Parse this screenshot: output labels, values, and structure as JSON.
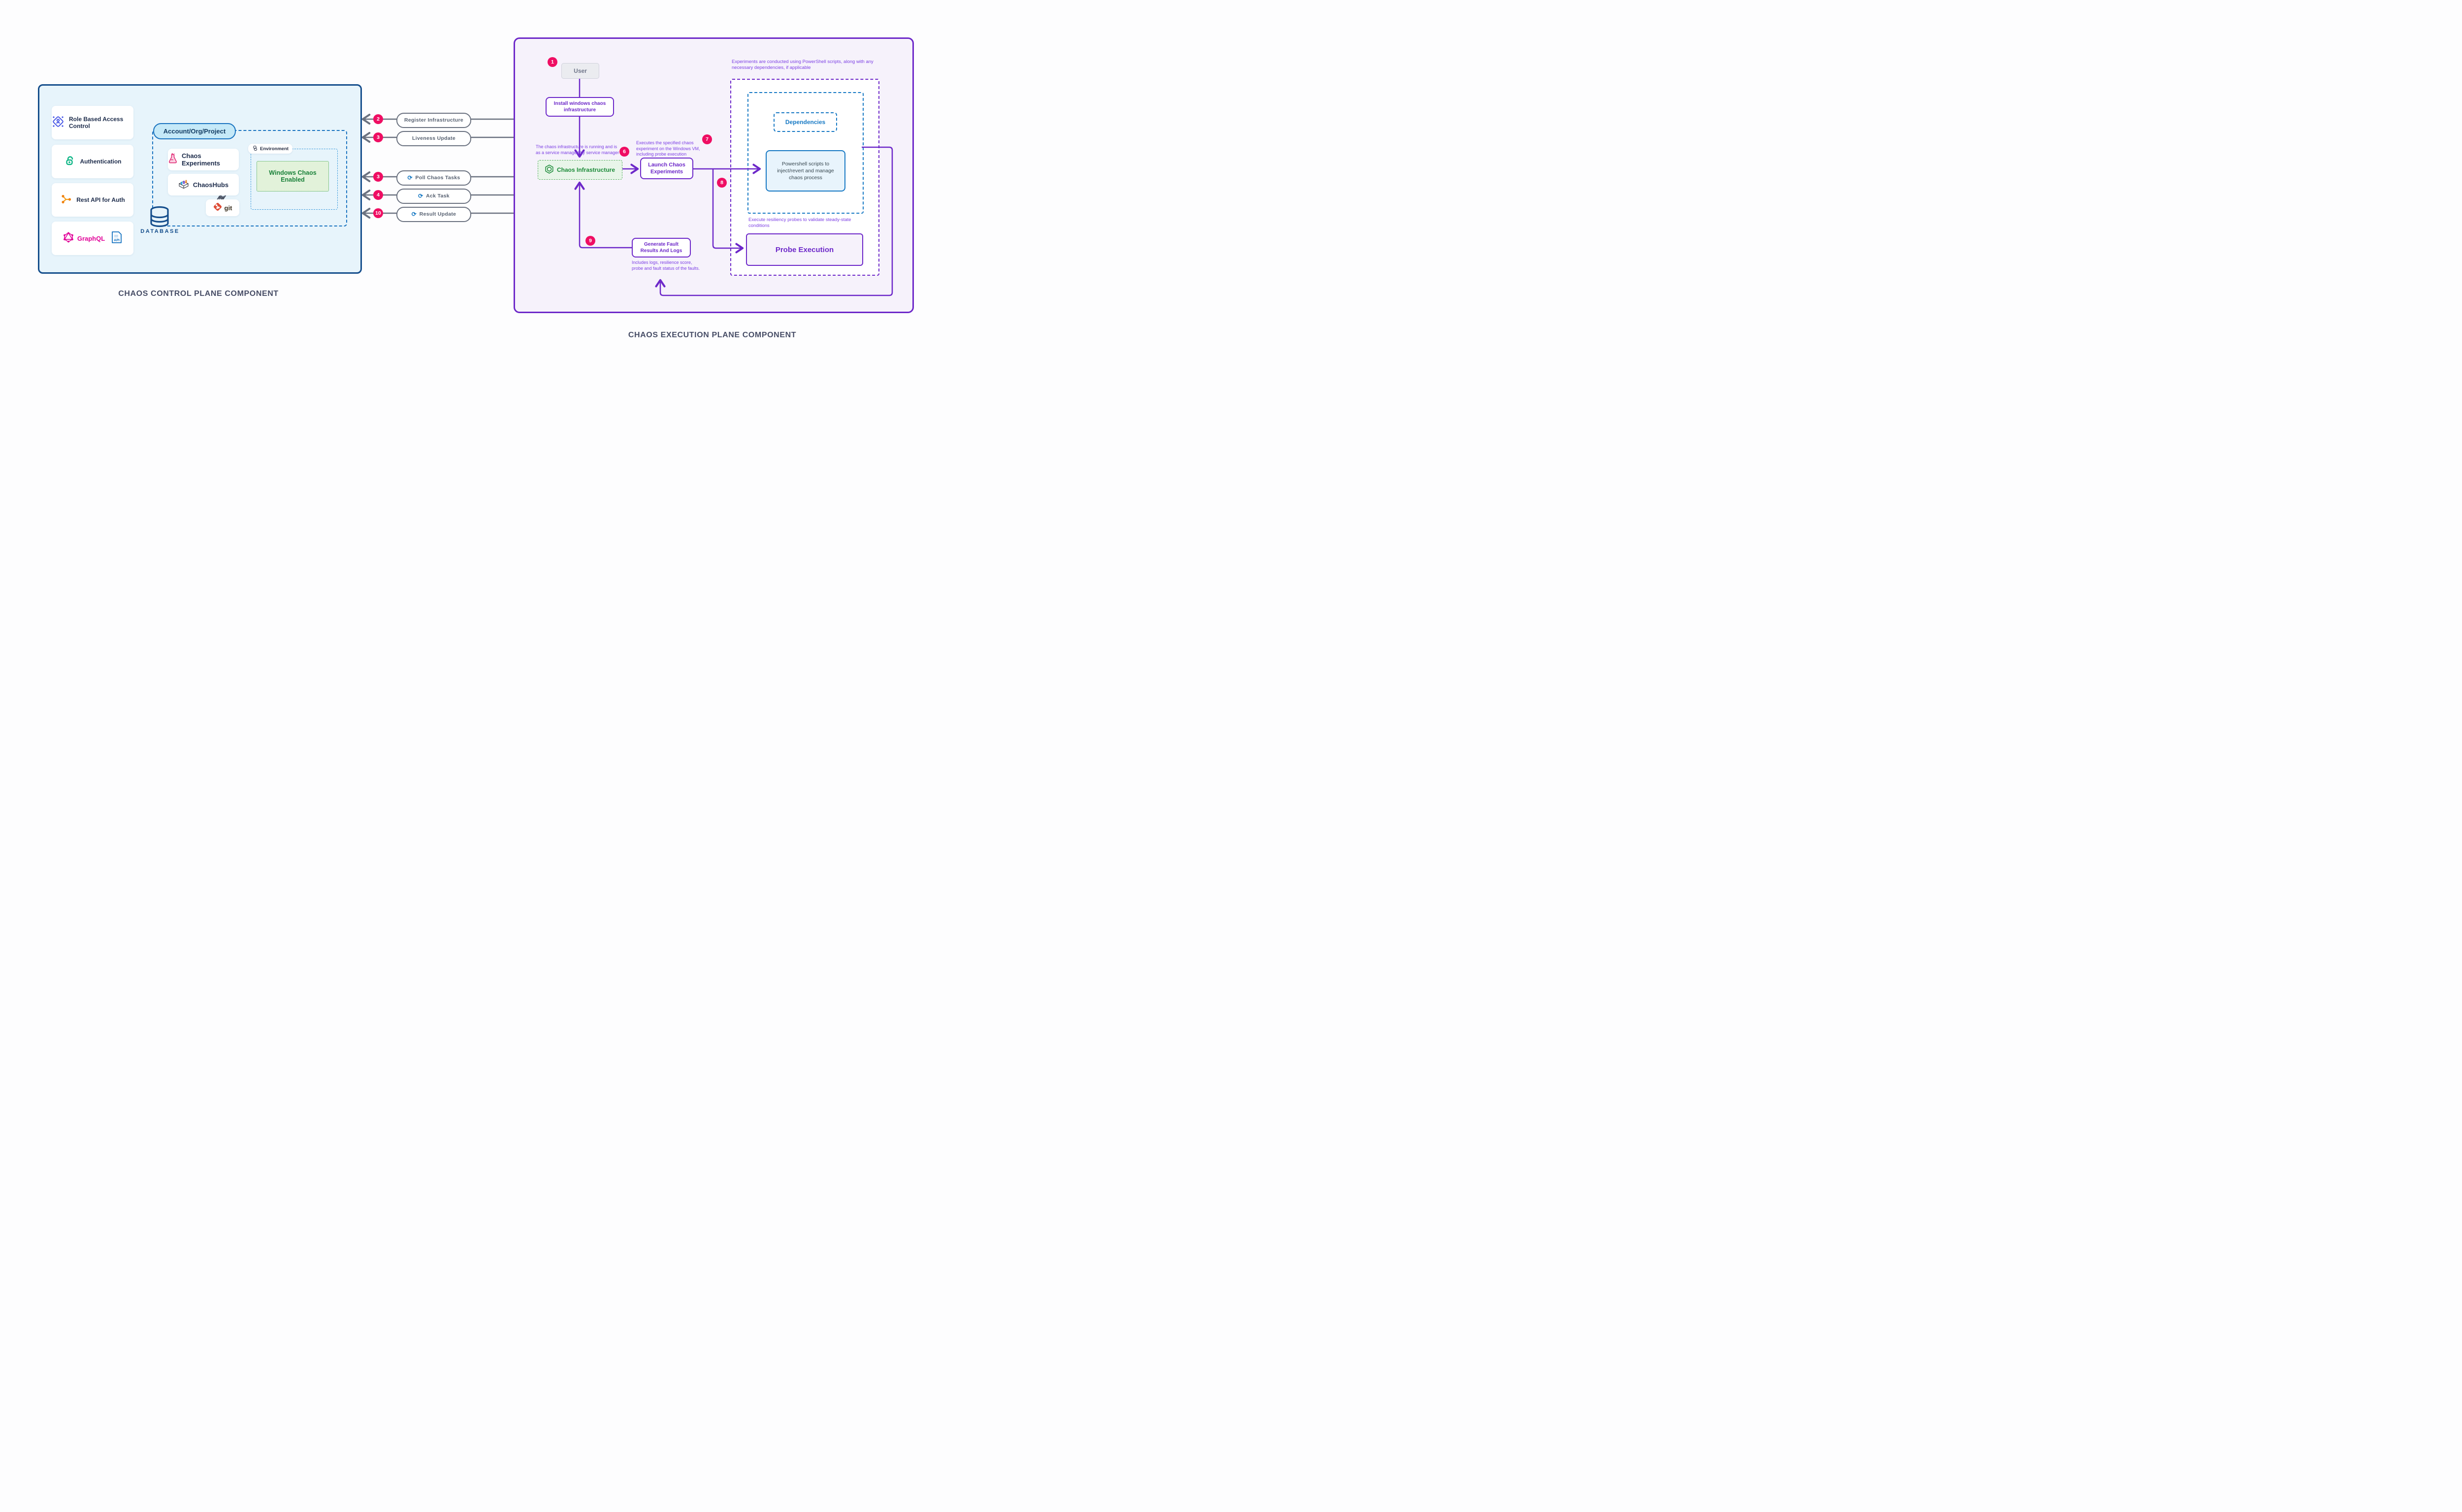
{
  "titles": {
    "left": "CHAOS CONTROL PLANE COMPONENT",
    "right": "CHAOS EXECUTION PLANE COMPONENT"
  },
  "left_panel": {
    "cards": [
      {
        "label": "Role Based Access Control",
        "icon": "rbac-network-icon"
      },
      {
        "label": "Authentication",
        "icon": "open-lock-icon"
      },
      {
        "label": "Rest API for Auth",
        "icon": "branch-icon"
      },
      {
        "label": "GraphQL",
        "icon": "graphql-icon",
        "api_text": "API"
      }
    ],
    "account_pill": "Account/Org/Project",
    "chaos_experiments": "Chaos Experiments",
    "chaoshubs": "ChaosHubs",
    "environment_label": "Environment",
    "windows_chaos": "Windows Chaos Enabled",
    "git_label": "git",
    "database_label": "DATABASE"
  },
  "connectors": [
    {
      "num": "2",
      "label": "Register Infrastructure"
    },
    {
      "num": "3",
      "label": "Liveness Update"
    },
    {
      "num": "3",
      "label": "Poll Chaos Tasks",
      "icon": "sync-icon"
    },
    {
      "num": "4",
      "label": "Ack Task",
      "icon": "sync-icon"
    },
    {
      "num": "10",
      "label": "Result Update",
      "icon": "sync-icon"
    }
  ],
  "execution": {
    "badge_user": "1",
    "user": "User",
    "install": "Install windows chaos infrastructure",
    "running_note": "The chaos infrastructure is running and is as a service managed by service manager",
    "badge_running": "6",
    "chaos_infra": "Chaos Infrastructure",
    "launch": "Launch Chaos Experiments",
    "executes_note": "Executes the specified chaos experiment on the Windows VM, including probe execution",
    "badge_executes": "7",
    "badge_branch": "8",
    "ps_note": "Experiments are conducted using PowerShell scripts, along with any necessary dependencies, if applicable",
    "dependencies": "Dependencies",
    "powershell": "Powershell scripts to inject/revert and manage chaos process",
    "probe_note": "Execute resiliency probes to validate steady-state conditions",
    "probe": "Probe Execution",
    "generate": "Generate Fault Results And Logs",
    "badge_generate": "9",
    "includes_note": "Includes logs, resilience score, probe and fault status of the faults."
  },
  "colors": {
    "badge_pink": "#ef0e63",
    "purple_accent": "#6d28c9",
    "purple_text": "#7c3fe4",
    "blue_accent": "#1779c4",
    "navy_blue": "#154e8c",
    "green_accent": "#1b8a38",
    "slate_line": "#6b7280"
  }
}
